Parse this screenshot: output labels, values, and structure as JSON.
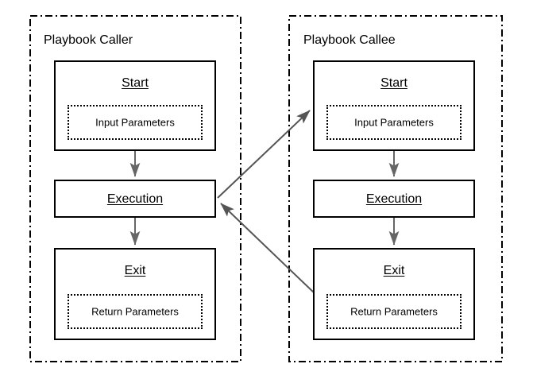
{
  "diagram": {
    "type": "flowchart",
    "background": "#ffffff",
    "stroke_color": "#000000",
    "arrow_color": "#666666",
    "lanes": [
      {
        "id": "caller",
        "title": "Playbook Caller",
        "nodes": [
          {
            "id": "caller-start",
            "title": "Start",
            "param_label": "Input Parameters",
            "has_params": true
          },
          {
            "id": "caller-execution",
            "title": "Execution",
            "param_label": "",
            "has_params": false
          },
          {
            "id": "caller-exit",
            "title": "Exit",
            "param_label": "Return Parameters",
            "has_params": true
          }
        ]
      },
      {
        "id": "callee",
        "title": "Playbook Callee",
        "nodes": [
          {
            "id": "callee-start",
            "title": "Start",
            "param_label": "Input Parameters",
            "has_params": true
          },
          {
            "id": "callee-execution",
            "title": "Execution",
            "param_label": "",
            "has_params": false
          },
          {
            "id": "callee-exit",
            "title": "Exit",
            "param_label": "Return Parameters",
            "has_params": true
          }
        ]
      }
    ],
    "edges": [
      {
        "id": "caller-start-to-execution",
        "from": "caller-start",
        "to": "caller-execution",
        "kind": "vertical"
      },
      {
        "id": "caller-execution-to-exit",
        "from": "caller-execution",
        "to": "caller-exit",
        "kind": "vertical"
      },
      {
        "id": "callee-start-to-execution",
        "from": "callee-start",
        "to": "callee-execution",
        "kind": "vertical"
      },
      {
        "id": "callee-execution-to-exit",
        "from": "callee-execution",
        "to": "callee-exit",
        "kind": "vertical"
      },
      {
        "id": "call-edge",
        "from": "caller-execution",
        "to": "callee-start",
        "kind": "cross-lane-call"
      },
      {
        "id": "return-edge",
        "from": "callee-exit",
        "to": "caller-execution",
        "kind": "cross-lane-return"
      }
    ]
  }
}
